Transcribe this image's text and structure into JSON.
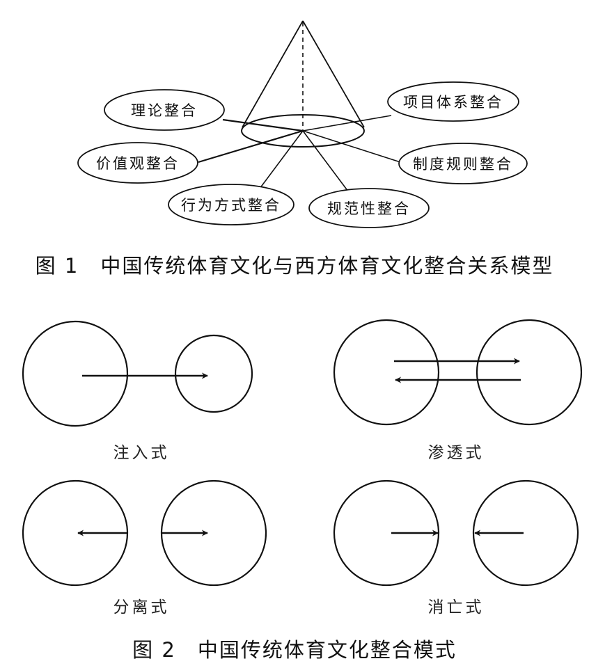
{
  "figure1": {
    "caption": "图 1　中国传统体育文化与西方体育文化整合关系模型",
    "labels": {
      "theory": "理论整合",
      "values": "价值观整合",
      "behavior": "行为方式整合",
      "norms": "规范性整合",
      "institutions": "制度规则整合",
      "projects": "项目体系整合"
    }
  },
  "figure2": {
    "caption": "图 2　中国传统体育文化整合模式",
    "modes": {
      "injection": "注入式",
      "penetration": "渗透式",
      "separation": "分离式",
      "extinction": "消亡式"
    }
  }
}
